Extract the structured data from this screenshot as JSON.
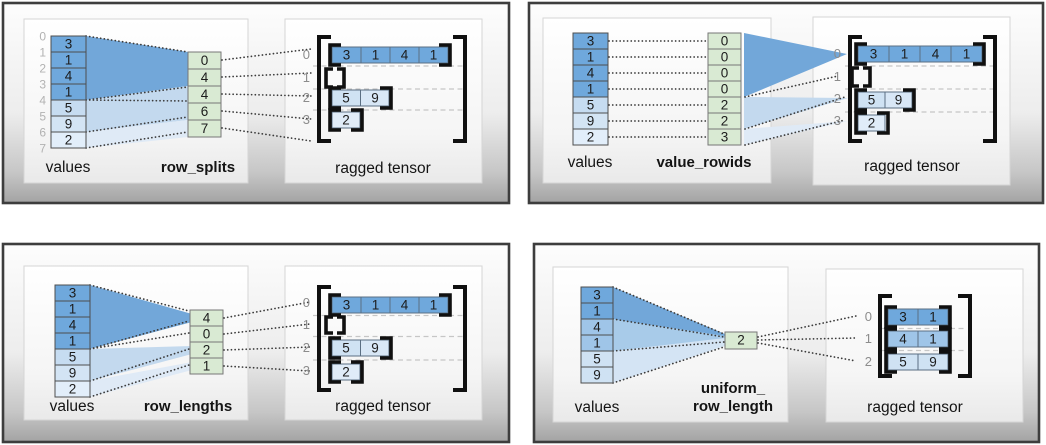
{
  "colors": {
    "dark_blue": "#6fa8dc",
    "medium_blue": "#9fc5e8",
    "light_blue": "#cfe2f3",
    "lighter_blue": "#e2eefa",
    "green": "#d9ead3",
    "frame_border": "#3d3d3d"
  },
  "panels": [
    {
      "key": "row_splits",
      "values_label": "values",
      "param_label": "row_splits",
      "tensor_label": "ragged tensor",
      "split_indices": [
        0,
        1,
        2,
        3,
        4,
        5,
        6,
        7
      ],
      "values": [
        3,
        1,
        4,
        1,
        5,
        9,
        2
      ],
      "param": [
        0,
        4,
        4,
        6,
        7
      ],
      "row_labels": [
        0,
        1,
        2,
        3
      ],
      "rows": [
        [
          3,
          1,
          4,
          1
        ],
        [],
        [
          5,
          9
        ],
        [
          2
        ]
      ]
    },
    {
      "key": "value_rowids",
      "values_label": "values",
      "param_label": "value_rowids",
      "tensor_label": "ragged tensor",
      "values": [
        3,
        1,
        4,
        1,
        5,
        9,
        2
      ],
      "param": [
        0,
        0,
        0,
        0,
        2,
        2,
        3
      ],
      "row_labels": [
        0,
        1,
        2,
        3
      ],
      "rows": [
        [
          3,
          1,
          4,
          1
        ],
        [],
        [
          5,
          9
        ],
        [
          2
        ]
      ]
    },
    {
      "key": "row_lengths",
      "values_label": "values",
      "param_label": "row_lengths",
      "tensor_label": "ragged tensor",
      "values": [
        3,
        1,
        4,
        1,
        5,
        9,
        2
      ],
      "param": [
        4,
        0,
        2,
        1
      ],
      "row_labels": [
        0,
        1,
        2,
        3
      ],
      "rows": [
        [
          3,
          1,
          4,
          1
        ],
        [],
        [
          5,
          9
        ],
        [
          2
        ]
      ]
    },
    {
      "key": "uniform_row_length",
      "values_label": "values",
      "param_label_line1": "uniform_",
      "param_label_line2": "row_length",
      "tensor_label": "ragged tensor",
      "values": [
        3,
        1,
        4,
        1,
        5,
        9
      ],
      "param": [
        2
      ],
      "row_labels": [
        0,
        1,
        2
      ],
      "rows": [
        [
          3,
          1
        ],
        [
          4,
          1
        ],
        [
          5,
          9
        ]
      ]
    }
  ]
}
